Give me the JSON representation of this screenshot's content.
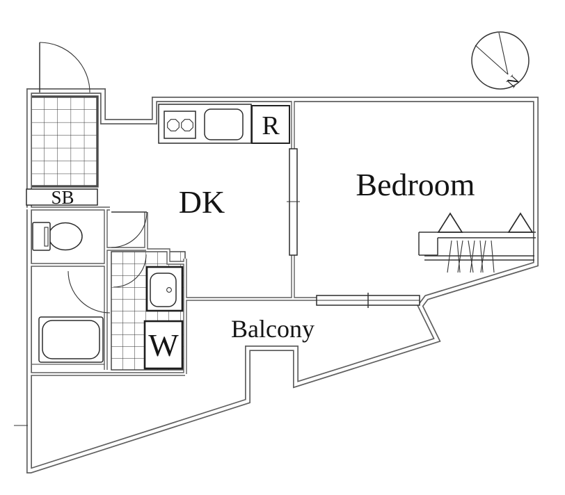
{
  "document": {
    "type": "apartment-floor-plan"
  },
  "labels": {
    "dining_kitchen": "DK",
    "bedroom": "Bedroom",
    "balcony": "Balcony",
    "shoe_box": "SB",
    "refrigerator": "R",
    "washing_machine": "W",
    "compass_north": "N"
  },
  "colors": {
    "background": "#ffffff",
    "wall": "#5f5f5f",
    "line": "#2e2e2e",
    "text": "#141414"
  }
}
